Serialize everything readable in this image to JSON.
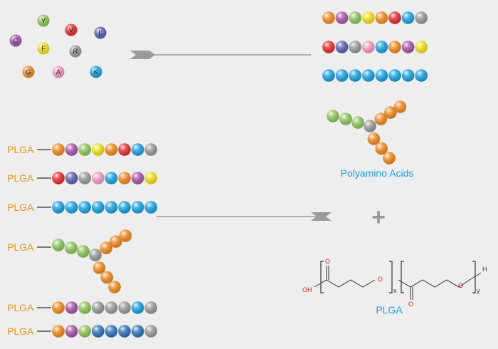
{
  "colors": {
    "background": "#eeeeee",
    "plga_text": "#e8961e",
    "caption_text": "#1a9ee0",
    "arrow": "#9a9a9a",
    "bond": "#333333",
    "heteroatom": "#d9232a",
    "plus": "#999999"
  },
  "bead_colors": {
    "C": "#a654a6",
    "Y": "#8dc55a",
    "V": "#e42c2c",
    "L": "#5b5fac",
    "F": "#f4e01a",
    "R": "#999999",
    "G": "#f08a20",
    "A": "#f29ac0",
    "K": "#1aa0e0",
    "N": "#2c72b8"
  },
  "amino_acids": [
    {
      "letter": "C",
      "color_key": "C"
    },
    {
      "letter": "Y",
      "color_key": "Y"
    },
    {
      "letter": "V",
      "color_key": "V"
    },
    {
      "letter": "L",
      "color_key": "L"
    },
    {
      "letter": "F",
      "color_key": "F"
    },
    {
      "letter": "R",
      "color_key": "R"
    },
    {
      "letter": "G",
      "color_key": "G"
    },
    {
      "letter": "A",
      "color_key": "A"
    },
    {
      "letter": "K",
      "color_key": "K"
    }
  ],
  "polyamino_chains": [
    [
      "G",
      "C",
      "Y",
      "F",
      "G",
      "V",
      "K",
      "R"
    ],
    [
      "V",
      "L",
      "R",
      "A",
      "K",
      "G",
      "C",
      "F"
    ],
    [
      "K",
      "K",
      "K",
      "K",
      "K",
      "K",
      "K",
      "K"
    ]
  ],
  "branched_polymer": {
    "arm_left": [
      "Y",
      "Y",
      "Y"
    ],
    "hub": "R",
    "arm_up": [
      "G",
      "G",
      "G"
    ],
    "arm_down": [
      "G",
      "G",
      "G"
    ]
  },
  "polyamino_caption": "Polyamino Acids",
  "plga_label": "PLGA",
  "conjugate_chains": [
    [
      "G",
      "C",
      "Y",
      "F",
      "G",
      "V",
      "K",
      "R"
    ],
    [
      "V",
      "L",
      "R",
      "A",
      "K",
      "G",
      "C",
      "F"
    ],
    [
      "K",
      "K",
      "K",
      "K",
      "K",
      "K",
      "K",
      "K"
    ],
    [
      "G",
      "C",
      "Y",
      "R",
      "R",
      "R",
      "K",
      "R"
    ],
    [
      "G",
      "C",
      "Y",
      "N",
      "N",
      "N",
      "N",
      "R"
    ]
  ],
  "plus_sign": "+",
  "plga_structure": {
    "oh_label": "OH",
    "o_label": "O",
    "h_label": "H",
    "subscript_x": "x",
    "subscript_y": "y"
  },
  "plga_caption": "PLGA"
}
